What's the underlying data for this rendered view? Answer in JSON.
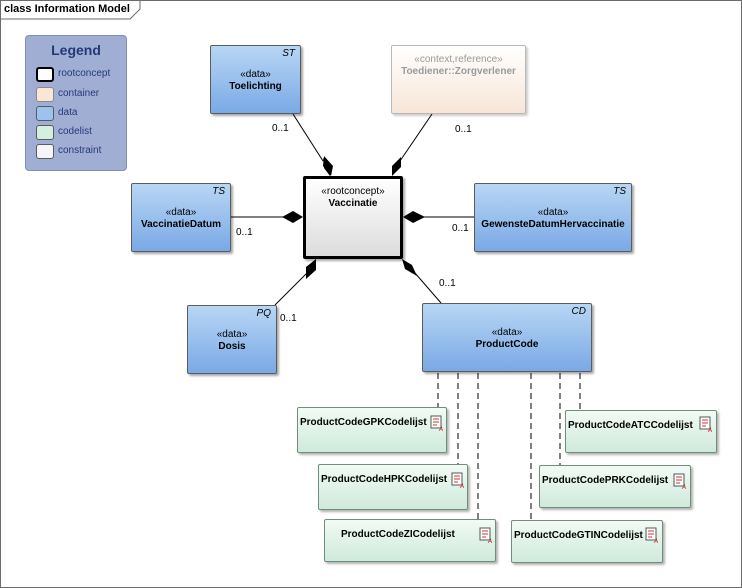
{
  "frame": {
    "title": "class Information Model"
  },
  "legend": {
    "title": "Legend",
    "items": [
      {
        "label": "rootconcept",
        "color": "#ffffff",
        "border": "#000000"
      },
      {
        "label": "container",
        "color": "#fae6d8",
        "border": "#8a8a8a"
      },
      {
        "label": "data",
        "color": "#9cc3ee",
        "border": "#5a5a5a"
      },
      {
        "label": "codelist",
        "color": "#d4eee0",
        "border": "#5a5a5a"
      },
      {
        "label": "constraint",
        "color": "#f4f4fa",
        "border": "#5a5a5a"
      }
    ]
  },
  "classes": {
    "vaccinatie": {
      "stereotype": "«rootconcept»",
      "name": "Vaccinatie"
    },
    "toelichting": {
      "stereotype": "«data»",
      "name": "Toelichting",
      "type": "ST"
    },
    "toediener": {
      "stereotype": "«context,reference»",
      "name": "Toediener::Zorgverlener"
    },
    "vaccinatiedatum": {
      "stereotype": "«data»",
      "name": "VaccinatieDatum",
      "type": "TS"
    },
    "gewenstedatum": {
      "stereotype": "«data»",
      "name": "GewensteDatumHervaccinatie",
      "type": "TS"
    },
    "dosis": {
      "stereotype": "«data»",
      "name": "Dosis",
      "type": "PQ"
    },
    "productcode": {
      "stereotype": "«data»",
      "name": "ProductCode",
      "type": "CD"
    }
  },
  "codelists": {
    "gpk": "ProductCodeGPKCodelijst",
    "hpk": "ProductCodeHPKCodelijst",
    "zi": "ProductCodeZICodelijst",
    "atc": "ProductCodeATCCodelijst",
    "prk": "ProductCodePRKCodelijst",
    "gtin": "ProductCodeGTINCodelijst"
  },
  "multiplicities": {
    "toelichting": "0..1",
    "toediener": "0..1",
    "vaccinatiedatum": "0..1",
    "gewenstedatum": "0..1",
    "dosis": "0..1",
    "productcode": "0..1"
  }
}
